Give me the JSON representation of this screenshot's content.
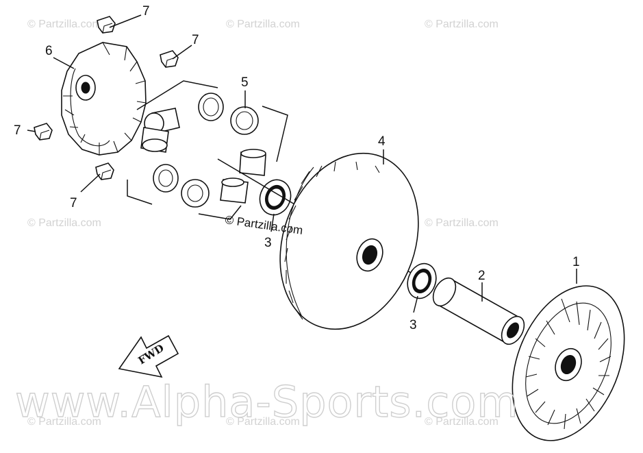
{
  "diagram": {
    "callouts": [
      {
        "id": "c7a",
        "text": "7"
      },
      {
        "id": "c7b",
        "text": "7"
      },
      {
        "id": "c7c",
        "text": "7"
      },
      {
        "id": "c7d",
        "text": "7"
      },
      {
        "id": "c6",
        "text": "6"
      },
      {
        "id": "c5",
        "text": "5"
      },
      {
        "id": "c4",
        "text": "4"
      },
      {
        "id": "c3a",
        "text": "3"
      },
      {
        "id": "c3b",
        "text": "3"
      },
      {
        "id": "c2",
        "text": "2"
      },
      {
        "id": "c1",
        "text": "1"
      }
    ],
    "fwd_label": "FWD",
    "center_watermark": "© Partzilla.com",
    "big_watermark": "www.Alpha-Sports.com",
    "small_watermark": "© Partzilla.com"
  },
  "colors": {
    "ink": "#111111",
    "watermark": "#d2d2d2",
    "background": "#ffffff"
  }
}
